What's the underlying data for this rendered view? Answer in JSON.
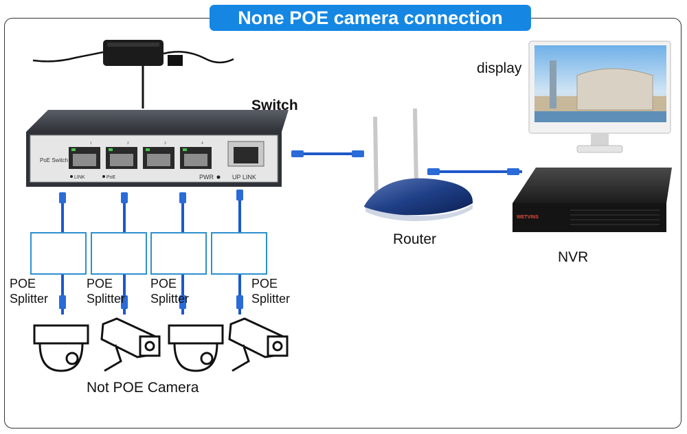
{
  "title": "None POE camera connection",
  "labels": {
    "switch": "Switch",
    "display": "display",
    "router": "Router",
    "nvr": "NVR",
    "camera_group": "Not POE Camera"
  },
  "switch_panel": {
    "brand": "PoE Switch",
    "link": "LINK",
    "poe": "PoE",
    "pwr": "PWR",
    "uplink": "UP LINK",
    "ports": [
      "1",
      "2",
      "3",
      "4"
    ]
  },
  "splitters": [
    {
      "line1": "POE",
      "line2": "Splitter"
    },
    {
      "line1": "POE",
      "line2": "Splitter"
    },
    {
      "line1": "POE",
      "line2": "Splitter"
    },
    {
      "line1": "POE",
      "line2": "Splitter"
    }
  ],
  "nvr_brand": "WETVINS",
  "colors": {
    "title_bg": "#1587e3",
    "cable": "#1e58c8",
    "splitter_border": "#2c8fcf",
    "switch_body": "#3a3d44"
  }
}
